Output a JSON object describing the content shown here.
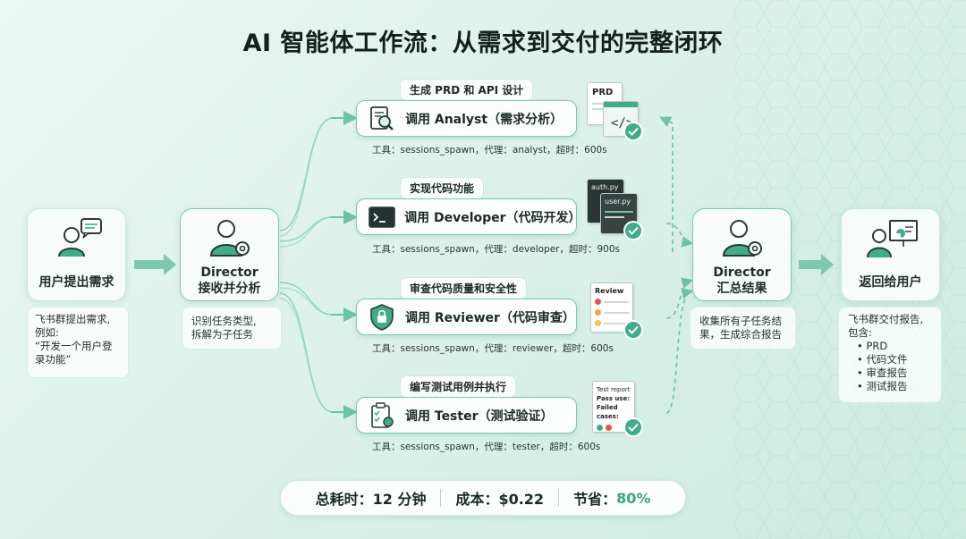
{
  "title": "AI 智能体工作流：从需求到交付的完整闭环",
  "user": {
    "label": "用户提出需求",
    "note_lines": [
      "飞书群提出需求,",
      "例如:",
      "“开发一个用户登",
      "录功能”"
    ]
  },
  "director_in": {
    "label_lines": [
      "Director",
      "接收并分析"
    ],
    "note_lines": [
      "识别任务类型,",
      "拆解为子任务"
    ]
  },
  "agents": [
    {
      "tag": "生成 PRD 和 API 设计",
      "label": "调用 Analyst（需求分析）",
      "tools": "工具：sessions_spawn，代理：analyst，超时：600s",
      "icon": "magnifier-doc-icon",
      "artifact": {
        "lines": [
          "PRD"
        ]
      }
    },
    {
      "tag": "实现代码功能",
      "label": "调用 Developer（代码开发）",
      "tools": "工具：sessions_spawn，代理：developer，超时：900s",
      "icon": "terminal-icon",
      "artifact": {
        "lines": [
          "auth.py",
          "user.py"
        ]
      }
    },
    {
      "tag": "审查代码质量和安全性",
      "label": "调用 Reviewer（代码审查）",
      "tools": "工具：sessions_spawn，代理：reviewer，超时：600s",
      "icon": "shield-lock-icon",
      "artifact": {
        "lines": [
          "Review"
        ]
      }
    },
    {
      "tag": "编写测试用例并执行",
      "label": "调用 Tester（测试验证）",
      "tools": "工具：sessions_spawn，代理：tester，超时：600s",
      "icon": "clipboard-bug-icon",
      "artifact": {
        "lines": [
          "Test report",
          "Pass use:",
          "Failed cases:"
        ]
      }
    }
  ],
  "director_out": {
    "label_lines": [
      "Director",
      "汇总结果"
    ],
    "note_lines": [
      "收集所有子任务结",
      "果，生成综合报告"
    ]
  },
  "return": {
    "label": "返回给用户",
    "note_lines": [
      "飞书群交付报告,",
      "包含:"
    ],
    "items": [
      "PRD",
      "代码文件",
      "审查报告",
      "测试报告"
    ]
  },
  "summary": {
    "time": "总耗时：12 分钟",
    "cost": "成本：$0.22",
    "save_label": "节省：",
    "save_value": "80%"
  },
  "colors": {
    "accent": "#3fae86",
    "border": "#7cc9b1",
    "line": "#6cc3a6"
  }
}
